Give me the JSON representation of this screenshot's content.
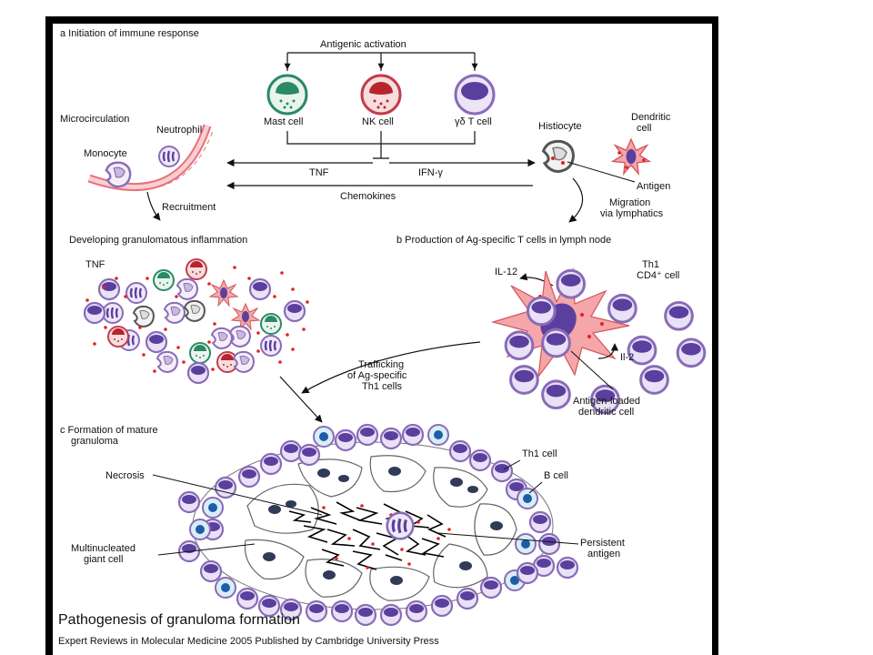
{
  "panel_a": {
    "header": "a Initiation of immune response",
    "activation": "Antigenic activation",
    "cells": [
      "Mast cell",
      "NK cell",
      "γδ T cell"
    ],
    "microcirculation": "Microcirculation",
    "neutrophil": "Neutrophil",
    "monocyte": "Monocyte",
    "recruitment": "Recruitment",
    "histiocyte": "Histiocyte",
    "dendritic_cell_1": "Dendritic",
    "dendritic_cell_2": "cell",
    "antigen": "Antigen",
    "tnf": "TNF",
    "ifn": "IFN-γ",
    "chemokines": "Chemokines",
    "migration_1": "Migration",
    "migration_2": "via lymphatics",
    "developing": "Developing granulomatous inflammation"
  },
  "panel_b": {
    "header": "b Production of Ag-specific T cells in lymph node",
    "tnf": "TNF",
    "il12": "IL-12",
    "th1_1": "Th1",
    "th1_2": "CD4⁺ cell",
    "il2": "Il-2",
    "trafficking_1": "Trafficking",
    "trafficking_2": "of Ag-specific",
    "trafficking_3": "Th1 cells",
    "loaded_1": "Antigen-loaded",
    "loaded_2": "dendritic cell"
  },
  "panel_c": {
    "header_1": "c Formation of mature",
    "header_2": "granuloma",
    "necrosis": "Necrosis",
    "th1": "Th1 cell",
    "bcell": "B cell",
    "giant_1": "Multinucleated",
    "giant_2": "giant cell",
    "persistent_1": "Persistent",
    "persistent_2": "antigen"
  },
  "footer": {
    "title": "Pathogenesis of granuloma formation",
    "credit": "Expert Reviews in Molecular Medicine 2005 Published by Cambridge University Press"
  },
  "colors": {
    "frame": "#000000",
    "lymphocyte_rim": "#8a6bb8",
    "lymphocyte_core": "#5a3f9e",
    "mast_cell": "#2a8a66",
    "nk_cell": "#c43c4c",
    "dendritic": "#f4a6a8",
    "antigen": "#e32222",
    "bcell": "#1f8fbf"
  }
}
